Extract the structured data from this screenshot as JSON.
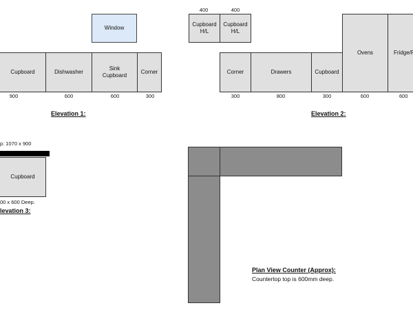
{
  "elevation1": {
    "caption": "Elevation 1:",
    "window_label": "Window",
    "units": [
      {
        "label": "Cupboard",
        "dim": "900"
      },
      {
        "label": "Dishwasher",
        "dim": "600"
      },
      {
        "label": "Sink\nCupboard",
        "dim": "600"
      },
      {
        "label": "Corner",
        "dim": "300"
      }
    ]
  },
  "elevation2": {
    "caption": "Elevation 2:",
    "wall_units": [
      {
        "label": "Cupboard\nH/L",
        "dim": "400"
      },
      {
        "label": "Cupboard\nH/L",
        "dim": "400"
      }
    ],
    "units": [
      {
        "label": "Corner",
        "dim": "300"
      },
      {
        "label": "Drawers",
        "dim": "800"
      },
      {
        "label": "Cupboard",
        "dim": "300"
      },
      {
        "label": "Ovens",
        "dim": "600"
      },
      {
        "label": "Fridge/F",
        "dim": "600"
      }
    ]
  },
  "elevation3": {
    "caption": "levation 3:",
    "top_note": "p: 1070 x 900",
    "unit_label": "Cupboard",
    "bottom_note": "00 x 600 Deep."
  },
  "plan": {
    "caption": "Plan View Counter (Approx):",
    "note": "Countertop top is 600mm deep."
  }
}
